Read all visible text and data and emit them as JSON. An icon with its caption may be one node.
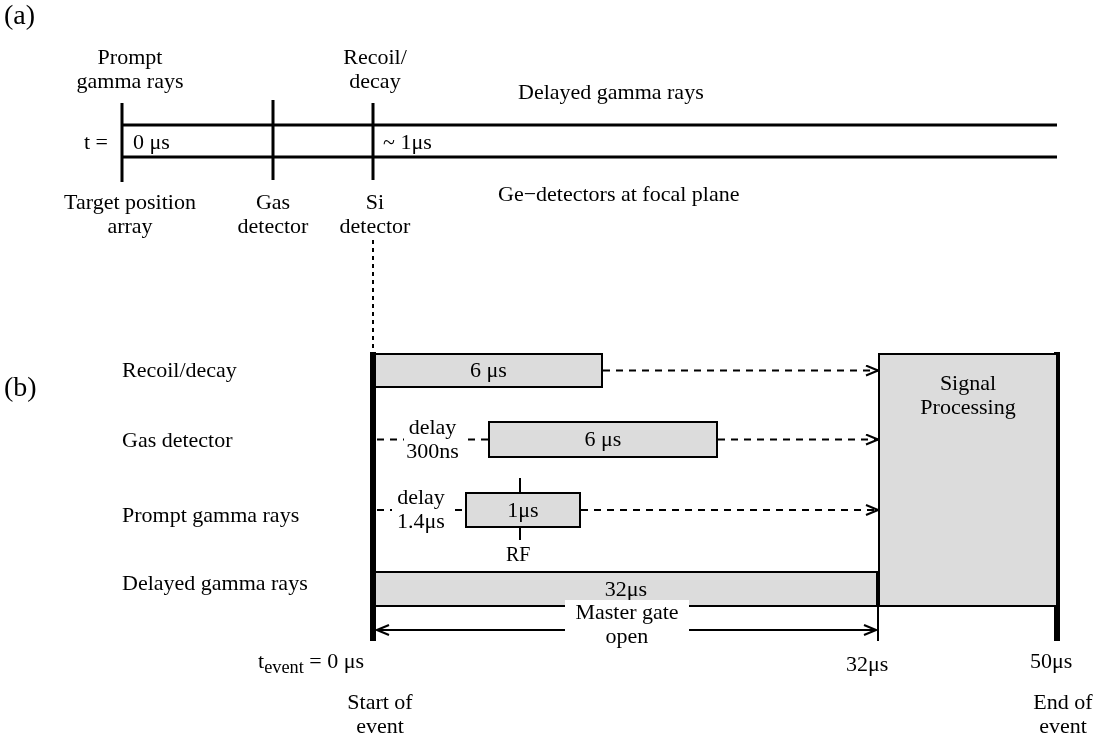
{
  "diagram": {
    "nodes": [
      {
        "text": [
          "6 μs"
        ]
      },
      {
        "text": [
          "6 μs"
        ]
      },
      {
        "text": [
          "1μs"
        ]
      },
      {
        "text": [
          "32μs"
        ]
      },
      {
        "text": [
          "Signal Processing"
        ]
      }
    ],
    "edges": [
      {
        "from": 0,
        "to": 4,
        "arrow": "to",
        "style": "dashed"
      },
      {
        "from": null,
        "to": 1,
        "arrow": "none",
        "style": "dashed",
        "label": "delay 300ns"
      },
      {
        "from": 1,
        "to": 4,
        "arrow": "to",
        "style": "dashed"
      },
      {
        "from": null,
        "to": 2,
        "arrow": "none",
        "style": "dashed",
        "label": "delay 1.4μs"
      },
      {
        "from": 2,
        "to": 4,
        "arrow": "to",
        "style": "dashed"
      }
    ],
    "labels": [
      "(a)",
      "Prompt gamma rays",
      "Recoil/ decay",
      "Delayed gamma rays",
      "t =",
      "0 μs",
      "~ 1μs",
      "Target position array",
      "Gas detector",
      "Si detector",
      "Ge−detectors at focal plane",
      "(b)",
      "Recoil/decay",
      "Gas detector",
      "Prompt gamma rays",
      "Delayed gamma rays",
      "RF",
      "Master gate open",
      "t$_{event}$ = 0 μs",
      "32μs",
      "50μs",
      "Start of event",
      "End of event"
    ]
  }
}
